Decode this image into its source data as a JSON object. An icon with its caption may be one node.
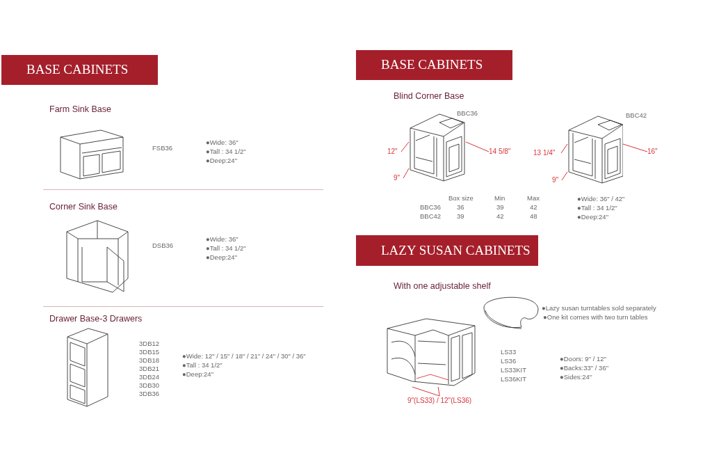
{
  "diagram": {
    "nodes": [
      {
        "text": [
          "BASE CABINETS"
        ]
      },
      {
        "text": [],
        "shape": "picture"
      },
      {
        "text": [],
        "shape": "picture"
      },
      {
        "text": [],
        "shape": "picture"
      },
      {
        "text": [
          "BASE CABINETS"
        ]
      },
      {
        "text": [],
        "shape": "picture"
      },
      {
        "text": [],
        "shape": "picture"
      },
      {
        "text": [
          "12\""
        ]
      },
      {
        "text": [
          "14 5/8\""
        ]
      },
      {
        "text": [
          "9\""
        ]
      },
      {
        "text": [
          "13 1/4\""
        ]
      },
      {
        "text": [
          "16\""
        ]
      },
      {
        "text": [
          "9\""
        ]
      },
      {
        "text": [
          "LAZY SUSAN CABINETS"
        ]
      },
      {
        "text": [],
        "shape": "picture"
      },
      {
        "text": [],
        "shape": "picture"
      },
      {
        "text": [
          "9\"(LS33) / 12\"(LS36)"
        ]
      }
    ],
    "edges": [
      {
        "from": 7,
        "to": 5,
        "arrow": "none"
      },
      {
        "from": 8,
        "to": 5,
        "arrow": "none"
      },
      {
        "from": 9,
        "to": 5,
        "arrow": "none"
      },
      {
        "from": 10,
        "to": 6,
        "arrow": "none"
      },
      {
        "from": 11,
        "to": 6,
        "arrow": "none"
      },
      {
        "from": 12,
        "to": 6,
        "arrow": "none"
      },
      {
        "from": 16,
        "to": 15,
        "arrow": "none"
      },
      {
        "from": 16,
        "to": 15,
        "arrow": "none"
      }
    ],
    "labels": [
      "Farm Sink Base",
      "FSB36",
      "●Wide: 36\"",
      "●Tall : 34 1/2\"",
      "●Deep:24\"",
      "Corner Sink Base",
      "DSB36",
      "●Wide: 36\"",
      "●Tall : 34 1/2\"",
      "●Deep:24\"",
      "Drawer Base-3 Drawers",
      "3DB12",
      "3DB15",
      "3DB18",
      "3DB21",
      "3DB24",
      "3DB30",
      "3DB36",
      "●Wide: 12\" / 15\" / 18\" / 21\" / 24\" / 30\" / 36\"",
      "●Tall : 34 1/2\"",
      "●Deep:24\"",
      "Blind Corner Base",
      "BBC36",
      "BBC42",
      "Box size",
      "Min",
      "Max",
      "BBC36",
      "36",
      "39",
      "42",
      "BBC42",
      "39",
      "42",
      "48",
      "●Wide: 36\" / 42\"",
      "●Tall : 34 1/2\"",
      "●Deep:24\"",
      "With one adjustable shelf",
      "●Lazy susan turntables sold separately",
      "●One kit comes with two turn tables",
      "LS33",
      "LS36",
      "LS33KIT",
      "LS36KIT",
      "●Doors: 9\" / 12\"",
      "●Backs:33\" / 36\"",
      "●Sides:24\""
    ]
  }
}
